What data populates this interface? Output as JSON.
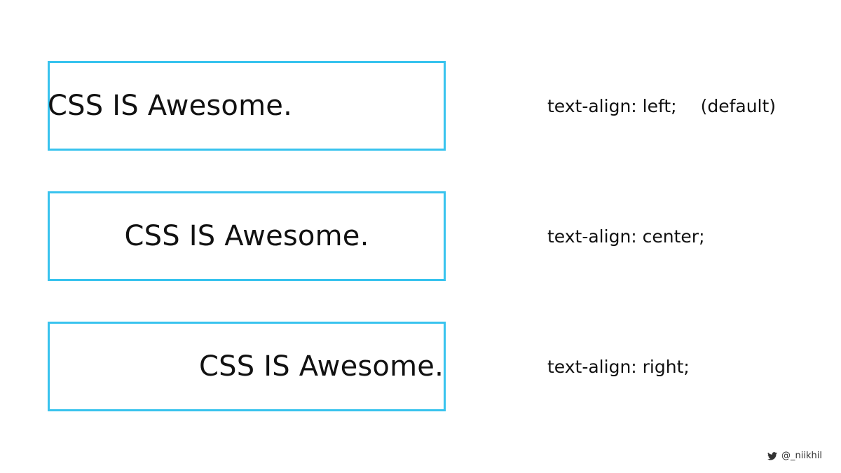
{
  "examples": [
    {
      "sample_text": "CSS IS Awesome.",
      "caption": "text-align: left;",
      "note": "(default)"
    },
    {
      "sample_text": "CSS IS Awesome.",
      "caption": "text-align: center;"
    },
    {
      "sample_text": "CSS IS Awesome.",
      "caption": "text-align: right;"
    }
  ],
  "credit": {
    "icon": "twitter-icon",
    "handle": "@_niikhil"
  },
  "colors": {
    "box_border": "#38c3ee",
    "text": "#111111"
  }
}
